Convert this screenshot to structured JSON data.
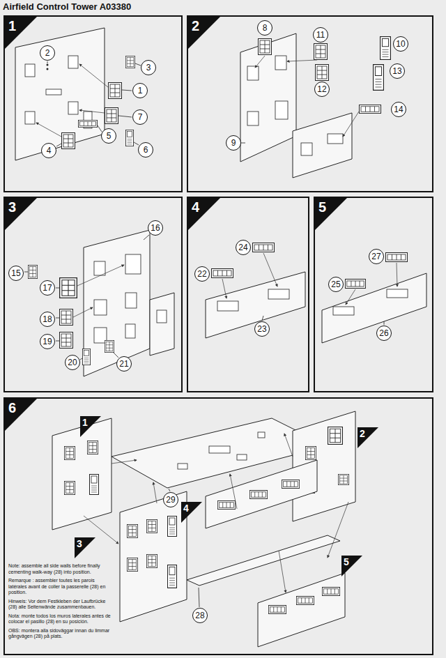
{
  "diagram": {
    "title": "Airfield Control Tower A03380",
    "nodes": [
      {
        "text": [
          "1"
        ]
      },
      {
        "text": [
          "2"
        ],
        "in": 0
      },
      {
        "text": [
          "3"
        ],
        "in": 0
      },
      {
        "text": [
          "1"
        ],
        "in": 0
      },
      {
        "text": [
          "7"
        ],
        "in": 0
      },
      {
        "text": [
          "5"
        ],
        "in": 0
      },
      {
        "text": [
          "4"
        ],
        "in": 0
      },
      {
        "text": [
          "6"
        ],
        "in": 0
      },
      {
        "text": [
          "2"
        ]
      },
      {
        "text": [
          "8"
        ],
        "in": 8
      },
      {
        "text": [
          "11"
        ],
        "in": 8
      },
      {
        "text": [
          "10"
        ],
        "in": 8
      },
      {
        "text": [
          "13"
        ],
        "in": 8
      },
      {
        "text": [
          "12"
        ],
        "in": 8
      },
      {
        "text": [
          "14"
        ],
        "in": 8
      },
      {
        "text": [
          "9"
        ],
        "in": 8
      },
      {
        "text": [
          "3"
        ]
      },
      {
        "text": [
          "16"
        ],
        "in": 16
      },
      {
        "text": [
          "15"
        ],
        "in": 16
      },
      {
        "text": [
          "17"
        ],
        "in": 16
      },
      {
        "text": [
          "18"
        ],
        "in": 16
      },
      {
        "text": [
          "19"
        ],
        "in": 16
      },
      {
        "text": [
          "20"
        ],
        "in": 16
      },
      {
        "text": [
          "21"
        ],
        "in": 16
      },
      {
        "text": [
          "4"
        ]
      },
      {
        "text": [
          "24"
        ],
        "in": 24
      },
      {
        "text": [
          "22"
        ],
        "in": 24
      },
      {
        "text": [
          "23"
        ],
        "in": 24
      },
      {
        "text": [
          "5"
        ]
      },
      {
        "text": [
          "27"
        ],
        "in": 28
      },
      {
        "text": [
          "25"
        ],
        "in": 28
      },
      {
        "text": [
          "26"
        ],
        "in": 28
      },
      {
        "text": [
          "6"
        ]
      },
      {
        "text": [
          "1"
        ],
        "in": 32
      },
      {
        "text": [
          "2"
        ],
        "in": 32
      },
      {
        "text": [
          "29"
        ],
        "in": 32
      },
      {
        "text": [
          "4"
        ],
        "in": 32
      },
      {
        "text": [
          "3"
        ],
        "in": 32
      },
      {
        "text": [
          "5"
        ],
        "in": 32
      },
      {
        "text": [
          "28"
        ],
        "in": 32
      }
    ],
    "labels": [
      "Note: assemble all side walls before finally cementing walk-way (28) into position.",
      "Remarque : assembler toutes les parois latérales avant de coller la passerelle (28) en position.",
      "Hinweis: Vor dem Festkleben der Laufbrücke (28) alle Seitenwände zusammenbauen.",
      "Nota: monte todos los muros laterales antes de colocar el pasillo (28) en su posición.",
      "OBS: montera alla sidoväggar innan du limmar gångvägen (28) på plats."
    ]
  }
}
